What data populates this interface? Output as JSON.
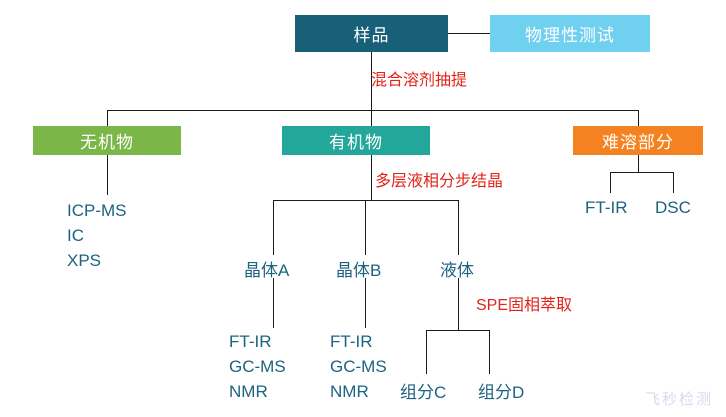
{
  "diagram": {
    "title_box": {
      "label": "样品"
    },
    "physical_box": {
      "label": "物理性测试"
    },
    "process_labels": {
      "extraction": "混合溶剂抽提",
      "crystallization": "多层液相分步结晶",
      "spe": "SPE固相萃取"
    },
    "branch_boxes": {
      "inorganic": "无机物",
      "organic": "有机物",
      "insoluble": "难溶部分"
    },
    "inorganic_methods": {
      "line1": "ICP-MS",
      "line2": "IC",
      "line3": "XPS"
    },
    "insoluble_methods": {
      "ftir": "FT-IR",
      "dsc": "DSC"
    },
    "organic_fractions": {
      "crystal_a": "晶体A",
      "crystal_b": "晶体B",
      "liquid": "液体"
    },
    "crystal_a_methods": {
      "line1": "FT-IR",
      "line2": "GC-MS",
      "line3": "NMR"
    },
    "crystal_b_methods": {
      "line1": "FT-IR",
      "line2": "GC-MS",
      "line3": "NMR"
    },
    "liquid_components": {
      "component_c": "组分C",
      "component_d": "组分D"
    },
    "watermark": "飞秒检测",
    "colors": {
      "sample": "#176077",
      "physical": "#6fd0ef",
      "inorganic": "#7ab648",
      "organic": "#23a79a",
      "insoluble": "#f58220",
      "text_teal": "#1c6380",
      "process_red": "#e2231a",
      "line": "#1a1a1a",
      "watermark": "#cfcbe8"
    }
  }
}
